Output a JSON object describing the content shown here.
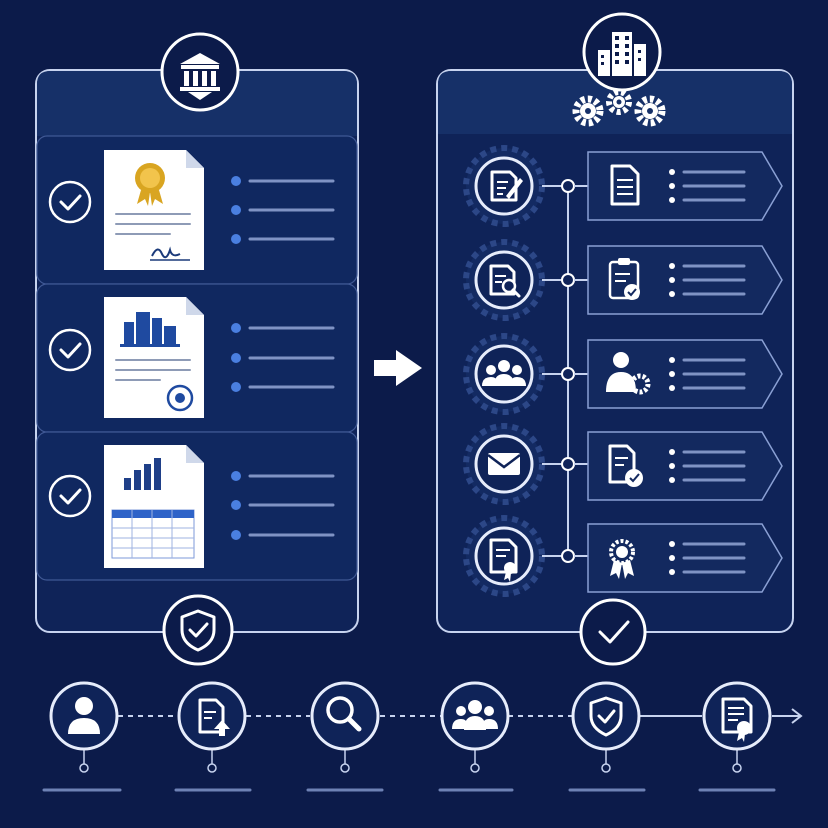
{
  "colors": {
    "background": "#0c1b4a",
    "panel": "#0f2358",
    "panel_header": "#163068",
    "accent_blue": "#4a7fe0",
    "gold": "#d9a521",
    "outline": "#c7d3ef"
  },
  "left_panel": {
    "header_icon": "institution-icon",
    "footer_icon": "shield-check-icon",
    "rows": [
      {
        "check_icon": "check-circle-icon",
        "document_icon": "certificate-document-icon",
        "bullets": 3
      },
      {
        "check_icon": "check-circle-icon",
        "document_icon": "company-document-icon",
        "bullets": 3
      },
      {
        "check_icon": "check-circle-icon",
        "document_icon": "financial-report-icon",
        "bullets": 3
      }
    ]
  },
  "connector_icon": "arrow-right-icon",
  "right_panel": {
    "header_icon": "office-building-icon",
    "header_sub_icon": "gears-icon",
    "footer_icon": "check-icon",
    "steps": [
      {
        "gear_icon": "document-edit-icon",
        "card_icon": "document-icon"
      },
      {
        "gear_icon": "document-search-icon",
        "card_icon": "clipboard-check-icon"
      },
      {
        "gear_icon": "team-icon",
        "card_icon": "user-gear-icon"
      },
      {
        "gear_icon": "envelope-icon",
        "card_icon": "document-check-icon"
      },
      {
        "gear_icon": "certificate-icon",
        "card_icon": "award-badge-icon"
      }
    ]
  },
  "timeline": {
    "steps": [
      "user-icon",
      "document-upload-icon",
      "search-icon",
      "team-icon",
      "shield-check-icon",
      "certificate-icon"
    ],
    "end_icon": "arrow-right-icon"
  }
}
